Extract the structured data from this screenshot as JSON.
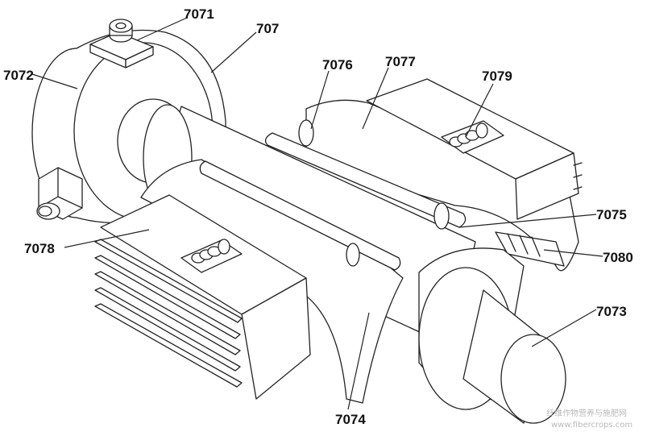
{
  "labels": {
    "l7071": "7071",
    "l707": "707",
    "l7072": "7072",
    "l7076": "7076",
    "l7077": "7077",
    "l7079": "7079",
    "l7075": "7075",
    "l7078": "7078",
    "l7080": "7080",
    "l7073": "7073",
    "l7074": "7074"
  },
  "watermark": {
    "line1": "纤维作物营养与施肥网",
    "line2": "www.fibercrops.com"
  },
  "colors": {
    "line": "#222222",
    "fill": "#ffffff",
    "watermark": "#b9b9b9"
  }
}
